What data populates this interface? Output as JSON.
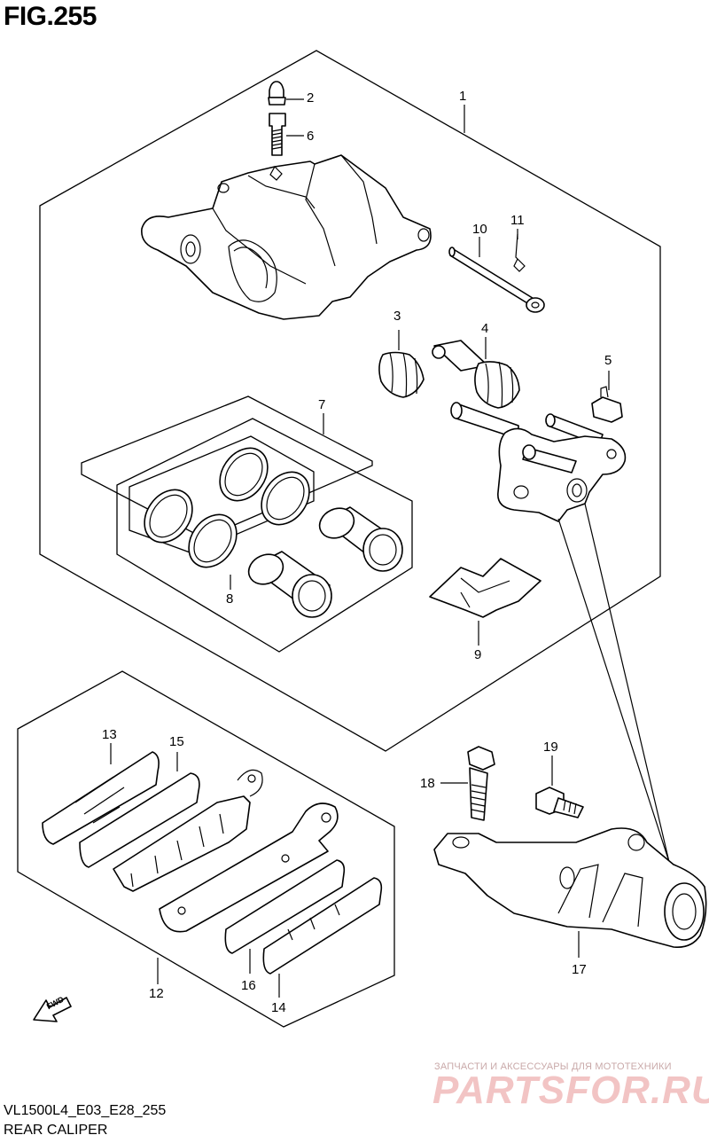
{
  "figure": {
    "title": "FIG.255"
  },
  "callouts": [
    "1",
    "2",
    "3",
    "4",
    "5",
    "6",
    "7",
    "8",
    "9",
    "10",
    "11",
    "12",
    "13",
    "14",
    "15",
    "16",
    "17",
    "18",
    "19"
  ],
  "footer": {
    "model_code": "VL1500L4_E03_E28_255",
    "caption": "REAR CALIPER"
  },
  "fwd_badge": "FWD",
  "watermark": {
    "tagline": "ЗАПЧАСТИ И АКСЕССУАРЫ ДЛЯ МОТОТЕХНИКИ",
    "brand": "PARTSFOR.RU"
  },
  "colors": {
    "line": "#000000",
    "background": "#ffffff",
    "watermark": "#f2c4c4"
  }
}
